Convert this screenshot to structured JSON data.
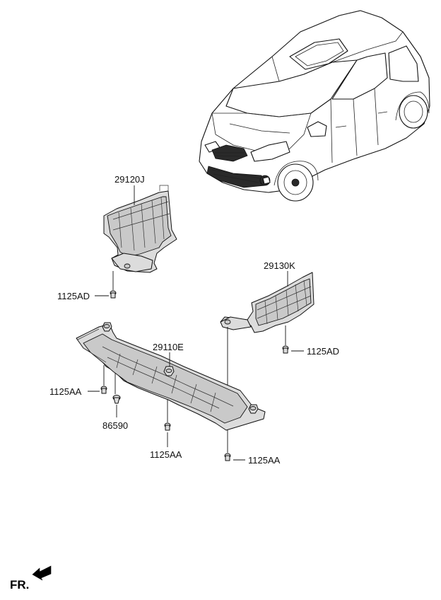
{
  "labels": {
    "p29120J": "29120J",
    "p29130K": "29130K",
    "p29110E": "29110E",
    "b1125AD_left": "1125AD",
    "b1125AD_right": "1125AD",
    "b1125AA_left": "1125AA",
    "b86590": "86590",
    "b1125AA_mid": "1125AA",
    "b1125AA_right": "1125AA",
    "front": "FR."
  }
}
